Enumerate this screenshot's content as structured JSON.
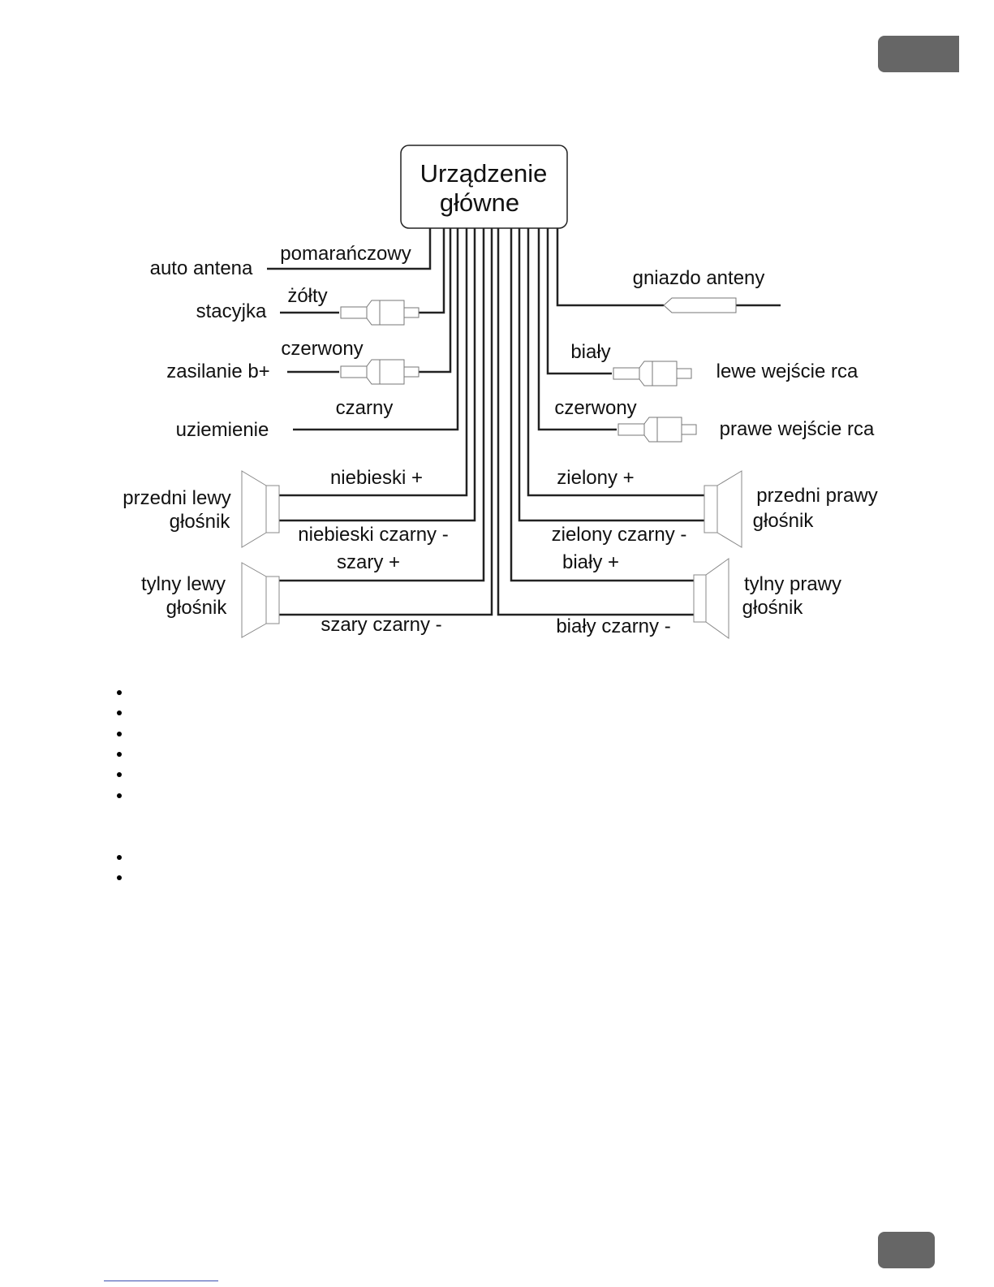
{
  "main_unit": {
    "line1": "Urządzenie",
    "line2": "główne"
  },
  "left_connections": [
    {
      "label": "auto antena",
      "wire": "pomarańczowy"
    },
    {
      "label": "stacyjka",
      "wire": "żółty"
    },
    {
      "label": "zasilanie b+",
      "wire": "czerwony"
    },
    {
      "label": "uziemienie",
      "wire": "czarny"
    }
  ],
  "right_connections": [
    {
      "label": "gniazdo anteny"
    },
    {
      "label": "lewe wejście rca",
      "wire": "biały"
    },
    {
      "label": "prawe wejście rca",
      "wire": "czerwony"
    }
  ],
  "speakers": {
    "front_left": {
      "line1": "przedni lewy",
      "line2": "głośnik",
      "plus": "niebieski +",
      "minus": "niebieski czarny -"
    },
    "rear_left": {
      "line1": "tylny lewy",
      "line2": "głośnik",
      "plus": "szary +",
      "minus": "szary czarny -"
    },
    "front_right": {
      "line1": "przedni prawy",
      "line2": "głośnik",
      "plus": "zielony +",
      "minus": "zielony czarny -"
    },
    "rear_right": {
      "line1": "tylny prawy",
      "line2": "głośnik",
      "plus": "biały +",
      "minus": "biały czarny -"
    }
  },
  "bullet_count": 8
}
